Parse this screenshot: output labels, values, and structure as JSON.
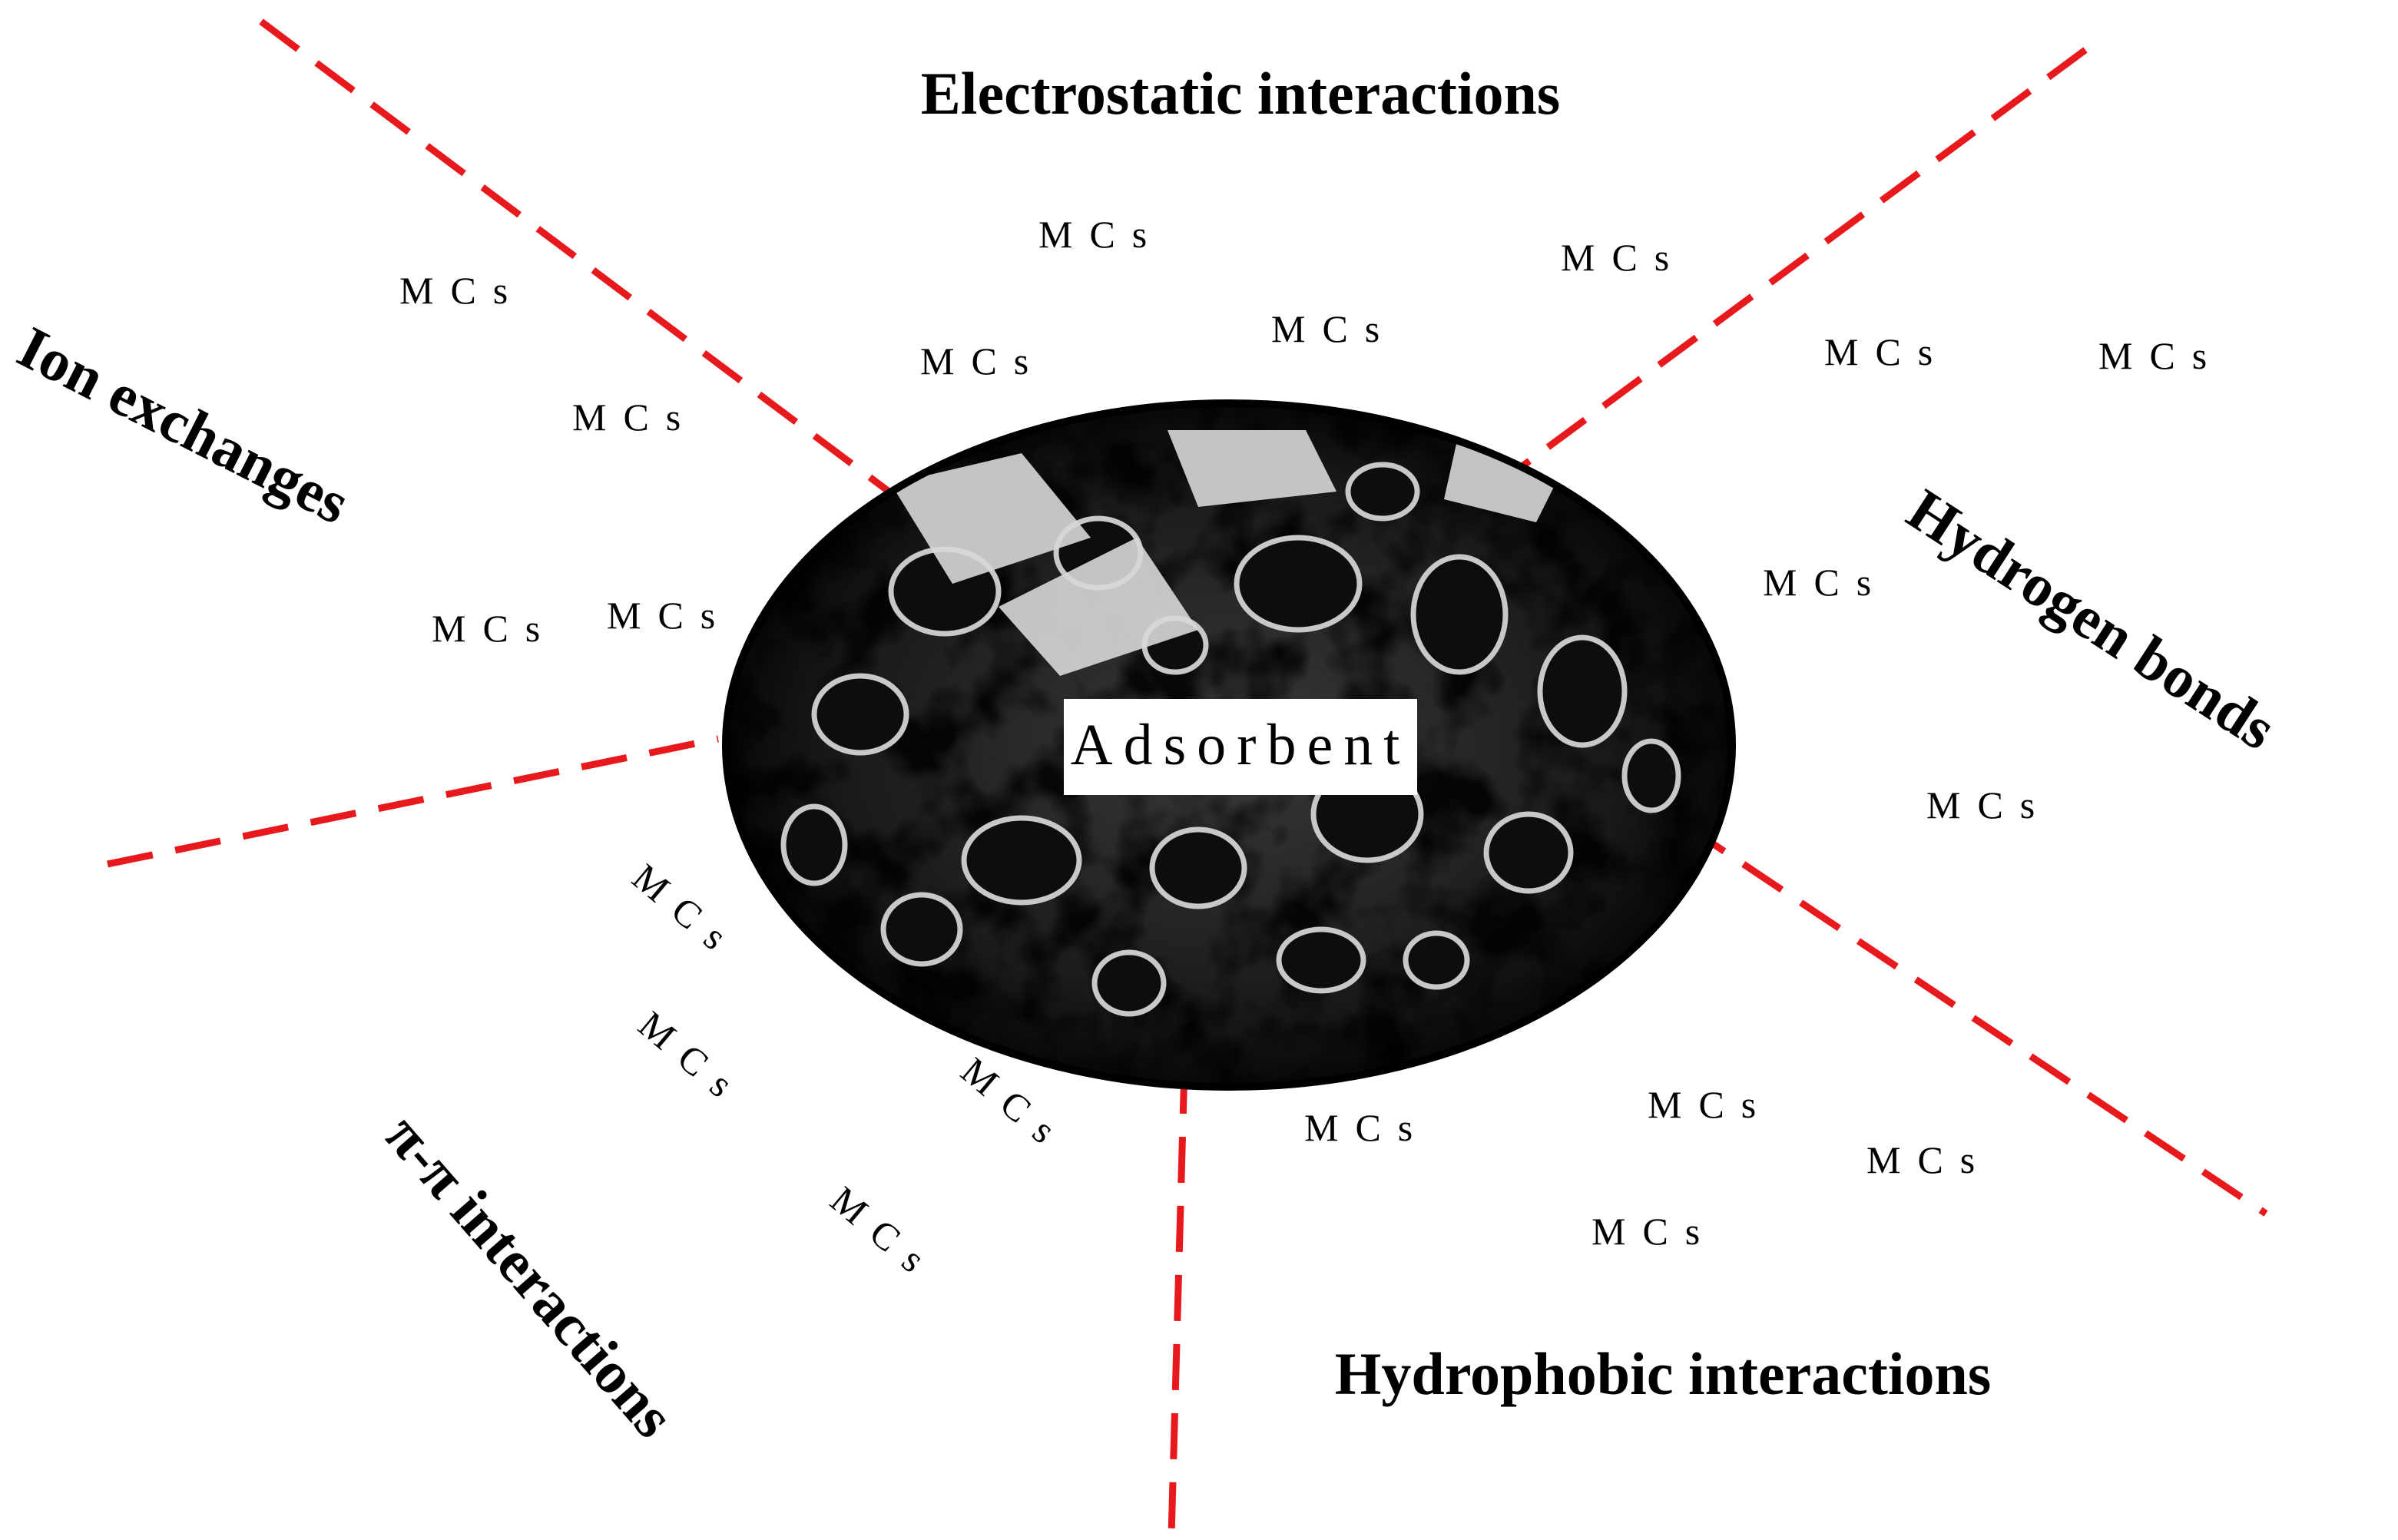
{
  "center": {
    "label": "Adsorbent"
  },
  "mechanisms": {
    "electrostatic": "Electrostatic interactions",
    "ion_exchange": "Ion exchanges",
    "hydrogen": "Hydrogen bonds",
    "pi_pi": "π-π interactions",
    "hydrophobic": "Hydrophobic interactions"
  },
  "molecule_label": "MCs",
  "colors": {
    "divider": "#e8191c",
    "text": "#000000",
    "background": "#ffffff"
  }
}
